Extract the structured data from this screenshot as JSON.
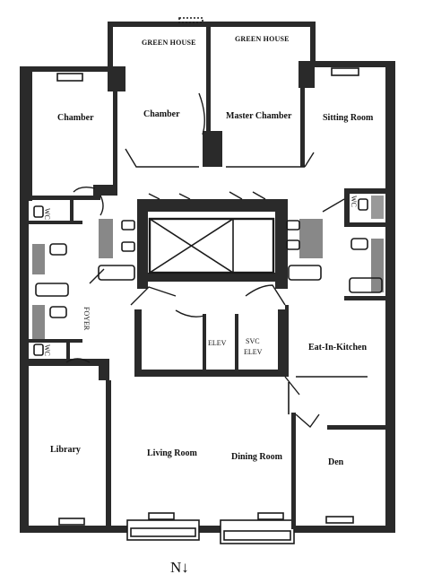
{
  "plan": {
    "rooms": {
      "greenhouse_left": "GREEN HOUSE",
      "greenhouse_right": "GREEN HOUSE",
      "chamber_1": "Chamber",
      "chamber_2": "Chamber",
      "master_chamber": "Master Chamber",
      "sitting_room": "Sitting Room",
      "wc_left_upper": "WC",
      "wc_left_lower": "WC",
      "wc_right": "WC",
      "foyer": "FOYER",
      "elev": "ELEV",
      "svc": "SVC",
      "svc_elev": "ELEV",
      "eat_in_kitchen": "Eat-In-Kitchen",
      "library": "Library",
      "living_room": "Living Room",
      "dining_room": "Dining Room",
      "den": "Den"
    },
    "compass": "N↓"
  }
}
